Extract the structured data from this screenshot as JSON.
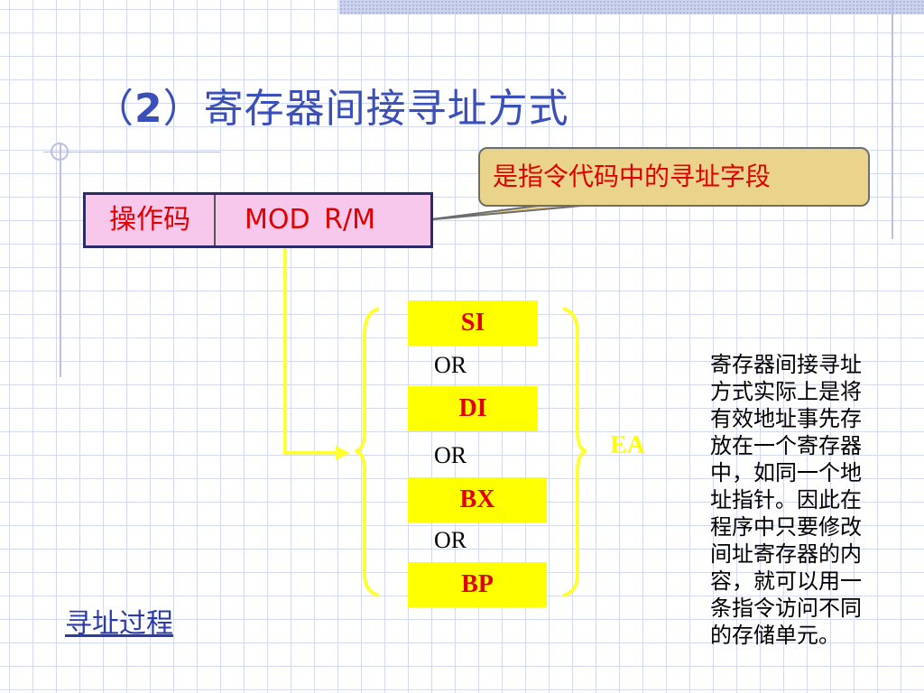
{
  "slide": {
    "title_prefix": "（",
    "title_number": "2",
    "title_text": "）寄存器间接寻址方式",
    "callout": "是指令代码中的寻址字段",
    "opcode": {
      "cell1": "操作码",
      "cell2": "MOD  R/M"
    },
    "registers": [
      "SI",
      "DI",
      "BX",
      "BP"
    ],
    "or_labels": [
      "OR",
      "OR",
      "OR"
    ],
    "ea_label": "EA",
    "description_lines": [
      "寄存器间接寻址",
      "方式实际上是将",
      "有效地址事先存",
      "放在一个寄存器",
      "中，如同一个地",
      "址指针。因此在",
      "程序中只要修改",
      "间址寄存器的内",
      "容，就可以用一",
      "条指令访问不同",
      "的存储单元。"
    ],
    "link_text": "寻址过程"
  },
  "colors": {
    "title": "#3a4fb8",
    "highlight_red": "#e00000",
    "register_fill": "#ffff00",
    "callout_fill": "#ead38a",
    "opcode_fill": "#f8c8ec"
  }
}
